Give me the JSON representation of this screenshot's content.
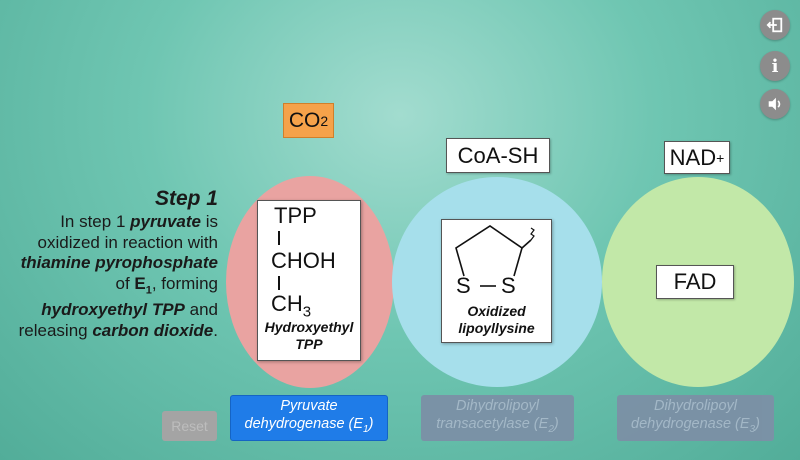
{
  "side_controls": {
    "exit_icon": "exit-icon",
    "info_icon": "info-icon",
    "info_glyph": "i",
    "sound_icon": "speaker-icon"
  },
  "step": {
    "title": "Step 1",
    "text_1": "In step 1 ",
    "pyruvate": "pyruvate",
    "text_2": " is oxidized in reaction with ",
    "tpp_full": "thiamine pyrophosphate",
    "text_3": " of ",
    "e1": "E",
    "e1_sub": "1",
    "text_4": ", forming ",
    "hydroxyethyl_tpp": "hydroxyethyl TPP",
    "text_5": " and releasing ",
    "co2_text": "carbon dioxide",
    "text_6": "."
  },
  "labels": {
    "co2_main": "CO",
    "co2_sub": "2",
    "coa": "CoA-SH",
    "nad_main": "NAD",
    "nad_sup": "+",
    "fad": "FAD"
  },
  "tpp_card": {
    "line1": "TPP",
    "line2": "CHOH",
    "line3_main": "CH",
    "line3_sub": "3",
    "caption1": "Hydroxyethyl",
    "caption2": "TPP"
  },
  "lipo_card": {
    "s_left": "S",
    "s_right": "S",
    "caption1": "Oxidized",
    "caption2": "lipoyllysine"
  },
  "buttons": {
    "reset": "Reset",
    "e1_line1": "Pyruvate",
    "e1_line2": "dehydrogenase (E",
    "e1_sub": "1",
    "e2_line1": "Dihydrolipoyl",
    "e2_line2": "transacetylase (E",
    "e2_sub": "2",
    "e3_line1": "Dihydrolipoyl",
    "e3_line2": "dehydrogenase (E",
    "e3_sub": "3",
    "close_paren": ")"
  },
  "colors": {
    "e1_circle": "#e9a3a1",
    "e2_circle": "#a6dfeb",
    "e3_circle": "#c2e8a8",
    "co2_box": "#f5a24a",
    "active_button": "#1f7ce8"
  }
}
